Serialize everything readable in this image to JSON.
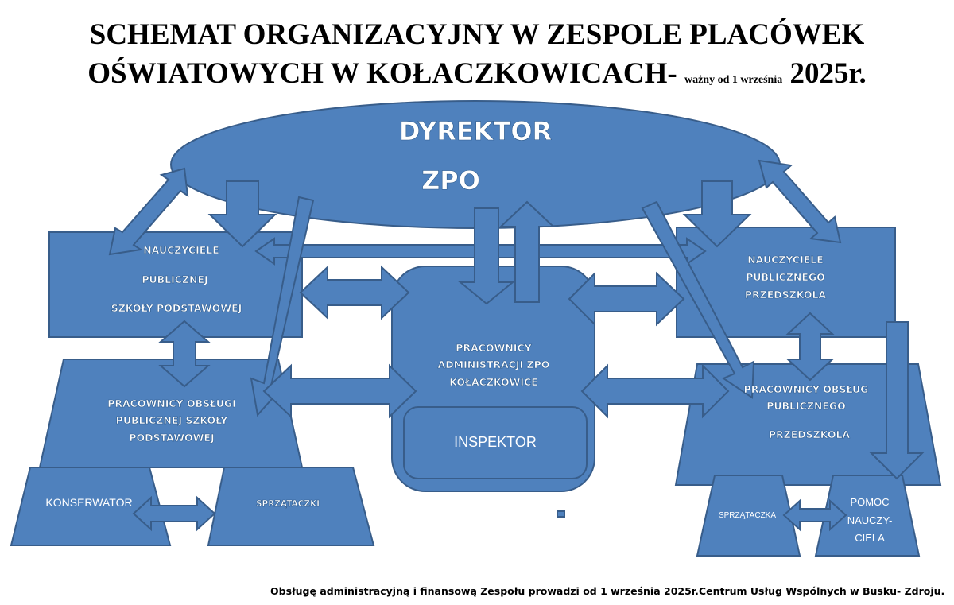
{
  "title": {
    "line1": "SCHEMAT ORGANIZACYJNY W ZESPOLE PLACÓWEK",
    "line2_main": "OŚWIATOWYCH W KOŁACZKOWICACH-",
    "line2_small": "ważny od 1 września",
    "line2_year": "2025r."
  },
  "nodes": {
    "director_line1": "DYREKTOR",
    "director_line2": "ZPO",
    "teachers_school_1": "NAUCZYCIELE",
    "teachers_school_2": "PUBLICZNEJ",
    "teachers_school_3": "SZKOŁY PODSTAWOWEJ",
    "teachers_preschool_1": "NAUCZYCIELE",
    "teachers_preschool_2": "PUBLICZNEGO",
    "teachers_preschool_3": "PRZEDSZKOLA",
    "admin_1": "PRACOWNICY",
    "admin_2": "ADMINISTRACJI ZPO",
    "admin_3": "KOŁACZKOWICE",
    "inspector": "INSPEKTOR",
    "service_school_1": "PRACOWNICY OBSŁUGI",
    "service_school_2": "PUBLICZNEJ SZKOŁY",
    "service_school_3": "PODSTAWOWEJ",
    "service_preschool_1": "PRACOWNICY OBSŁUG",
    "service_preschool_2": "PUBLICZNEGO",
    "service_preschool_3": "PRZEDSZKOLA",
    "conservator": "KONSERWATOR",
    "cleaners": "SPRZĄTACZKI",
    "cleaner": "SPRZĄTACZKA",
    "assistant_1": "POMOC",
    "assistant_2": "NAUCZY-",
    "assistant_3": "CIELA"
  },
  "footer": "Obsługę administracyjną i finansową Zespołu prowadzi od 1 września 2025r.Centrum Usług Wspólnych w Busku- Zdroju.",
  "colors": {
    "fill": "#4f81bd",
    "stroke": "#385d8a",
    "text": "#ffffff"
  }
}
